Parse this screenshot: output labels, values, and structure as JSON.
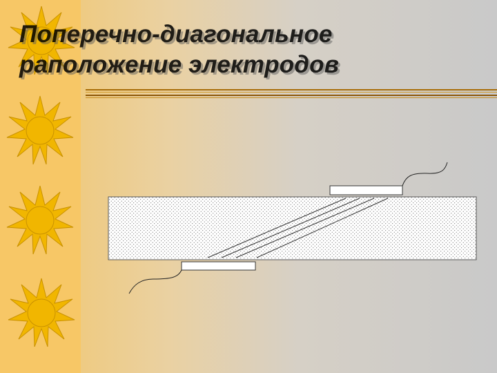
{
  "slide": {
    "title": "Поперечно-диагональное раположение электродов"
  },
  "icons": {
    "left_suns": "sun-icon"
  },
  "colors": {
    "left_band": "#f7c766",
    "sun": "#f1b600",
    "sun_stroke": "#c99100",
    "title_shadow": "#5a5a5a",
    "accent_rule": "#a86d08"
  },
  "diagram": {
    "tissue_pattern": "dotted-texture",
    "electrodes": 2,
    "field_lines": 4
  }
}
